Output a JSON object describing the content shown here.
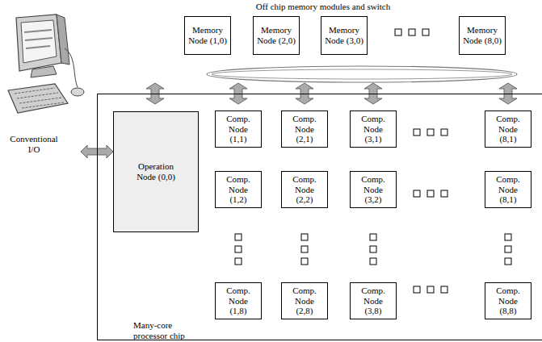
{
  "diagram": {
    "nodes": [
      {
        "text": [
          "Memory Node (1,0)"
        ]
      },
      {
        "text": [
          "Memory Node (2,0)"
        ]
      },
      {
        "text": [
          "Memory Node (3,0)"
        ]
      },
      {
        "text": [
          "Memory Node (8,0)"
        ]
      },
      {
        "text": [
          "Many-core processor chip"
        ]
      },
      {
        "text": [
          "Operation Node (0,0)"
        ],
        "in": 4
      },
      {
        "text": [
          "Comp. Node (1,1)"
        ],
        "in": 4
      },
      {
        "text": [
          "Comp. Node (2,1)"
        ],
        "in": 4
      },
      {
        "text": [
          "Comp. Node (3,1)"
        ],
        "in": 4
      },
      {
        "text": [
          "Comp. Node (8,1)"
        ],
        "in": 4
      },
      {
        "text": [
          "Comp. Node (1,2)"
        ],
        "in": 4
      },
      {
        "text": [
          "Comp. Node (2,2)"
        ],
        "in": 4
      },
      {
        "text": [
          "Comp. Node (3,2)"
        ],
        "in": 4
      },
      {
        "text": [
          "Comp. Node (8,1)"
        ],
        "in": 4
      },
      {
        "text": [
          "Comp. Node (1,8)"
        ],
        "in": 4
      },
      {
        "text": [
          "Comp. Node (2,8)"
        ],
        "in": 4
      },
      {
        "text": [
          "Comp. Node (3,8)"
        ],
        "in": 4
      },
      {
        "text": [
          "Comp. Node (8,8)"
        ],
        "in": 4
      }
    ],
    "labels": [
      "Off chip memory modules and switch",
      "Conventional I/O"
    ]
  }
}
